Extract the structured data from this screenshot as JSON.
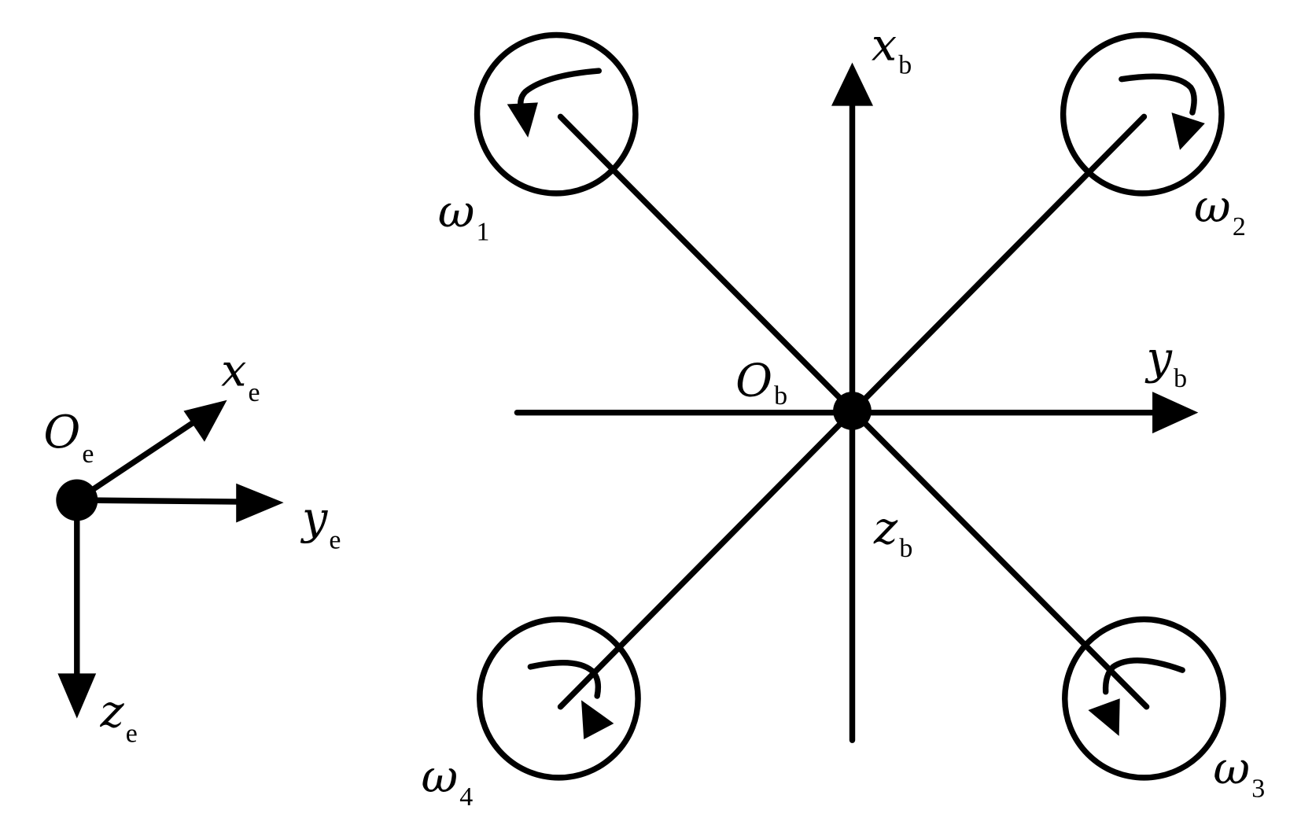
{
  "earth_frame": {
    "origin": {
      "main": "O",
      "sub": "e"
    },
    "x_axis": {
      "main": "x",
      "sub": "e"
    },
    "y_axis": {
      "main": "y",
      "sub": "e"
    },
    "z_axis": {
      "main": "z",
      "sub": "e"
    }
  },
  "body_frame": {
    "origin": {
      "main": "O",
      "sub": "b"
    },
    "x_axis": {
      "main": "x",
      "sub": "b"
    },
    "y_axis": {
      "main": "y",
      "sub": "b"
    },
    "z_axis": {
      "main": "z",
      "sub": "b"
    }
  },
  "rotors": [
    {
      "main": "ω",
      "sub": "1",
      "rotation": "counterclockwise"
    },
    {
      "main": "ω",
      "sub": "2",
      "rotation": "clockwise"
    },
    {
      "main": "ω",
      "sub": "3",
      "rotation": "counterclockwise"
    },
    {
      "main": "ω",
      "sub": "4",
      "rotation": "clockwise"
    }
  ]
}
